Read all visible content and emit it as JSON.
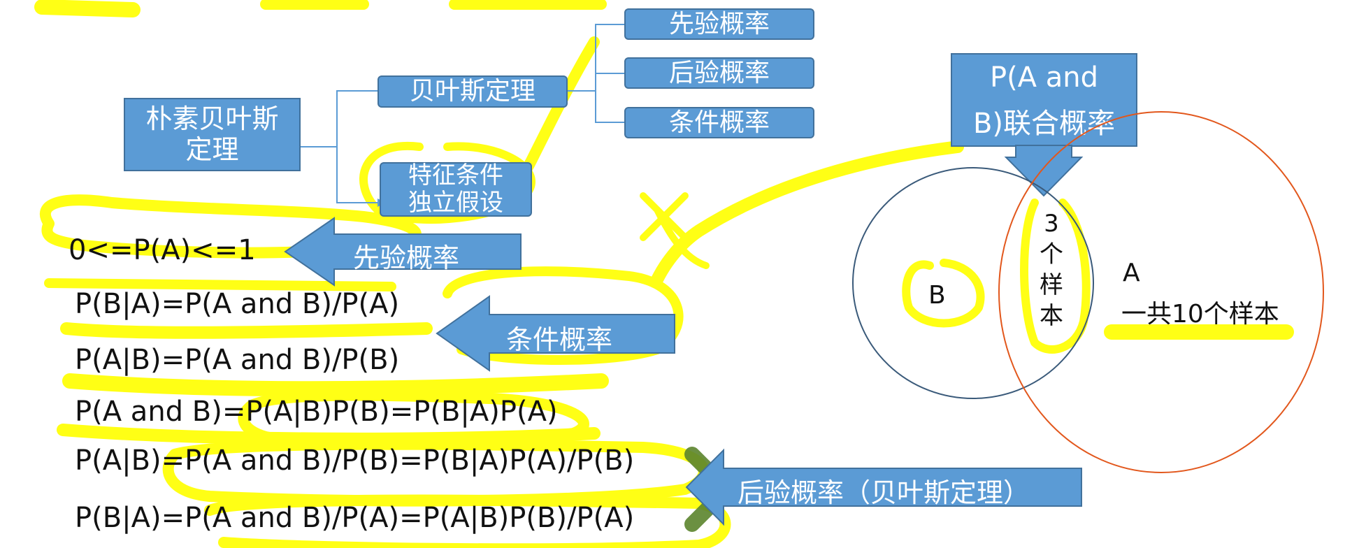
{
  "colors": {
    "box_fill": "#5b9bd5",
    "box_border": "#41719c",
    "connector": "#5b9bd5",
    "highlighter": "#ffff00",
    "circle_b": "#3a5a7a",
    "circle_a": "#e2571c",
    "text": "#111111"
  },
  "mindmap": {
    "root": {
      "line1": "朴素贝叶斯",
      "line2": "定理"
    },
    "bayes": "贝叶斯定理",
    "assumption": {
      "line1": "特征条件",
      "line2": "独立假设"
    },
    "prior": "先验概率",
    "posterior": "后验概率",
    "conditional": "条件概率"
  },
  "joint_box": {
    "line1": "P(A and",
    "line2": "B)联合概率"
  },
  "venn": {
    "b_label": "B",
    "a_label": "A",
    "a_count": "一共10个样本",
    "overlap_chars": [
      "3",
      "个",
      "样",
      "本"
    ]
  },
  "formulas": {
    "f1": "0<=P(A)<=1",
    "f2": "P(B|A)=P(A and B)/P(A)",
    "f3": "P(A|B)=P(A and B)/P(B)",
    "f4": "P(A and B)=P(A|B)P(B)=P(B|A)P(A)",
    "f5": "P(A|B)=P(A and B)/P(B)=P(B|A)P(A)/P(B)",
    "f6": "P(B|A)=P(A and B)/P(A)=P(A|B)P(B)/P(A)"
  },
  "callouts": {
    "prior": "先验概率",
    "conditional": "条件概率",
    "posterior": "后验概率（贝叶斯定理）"
  }
}
